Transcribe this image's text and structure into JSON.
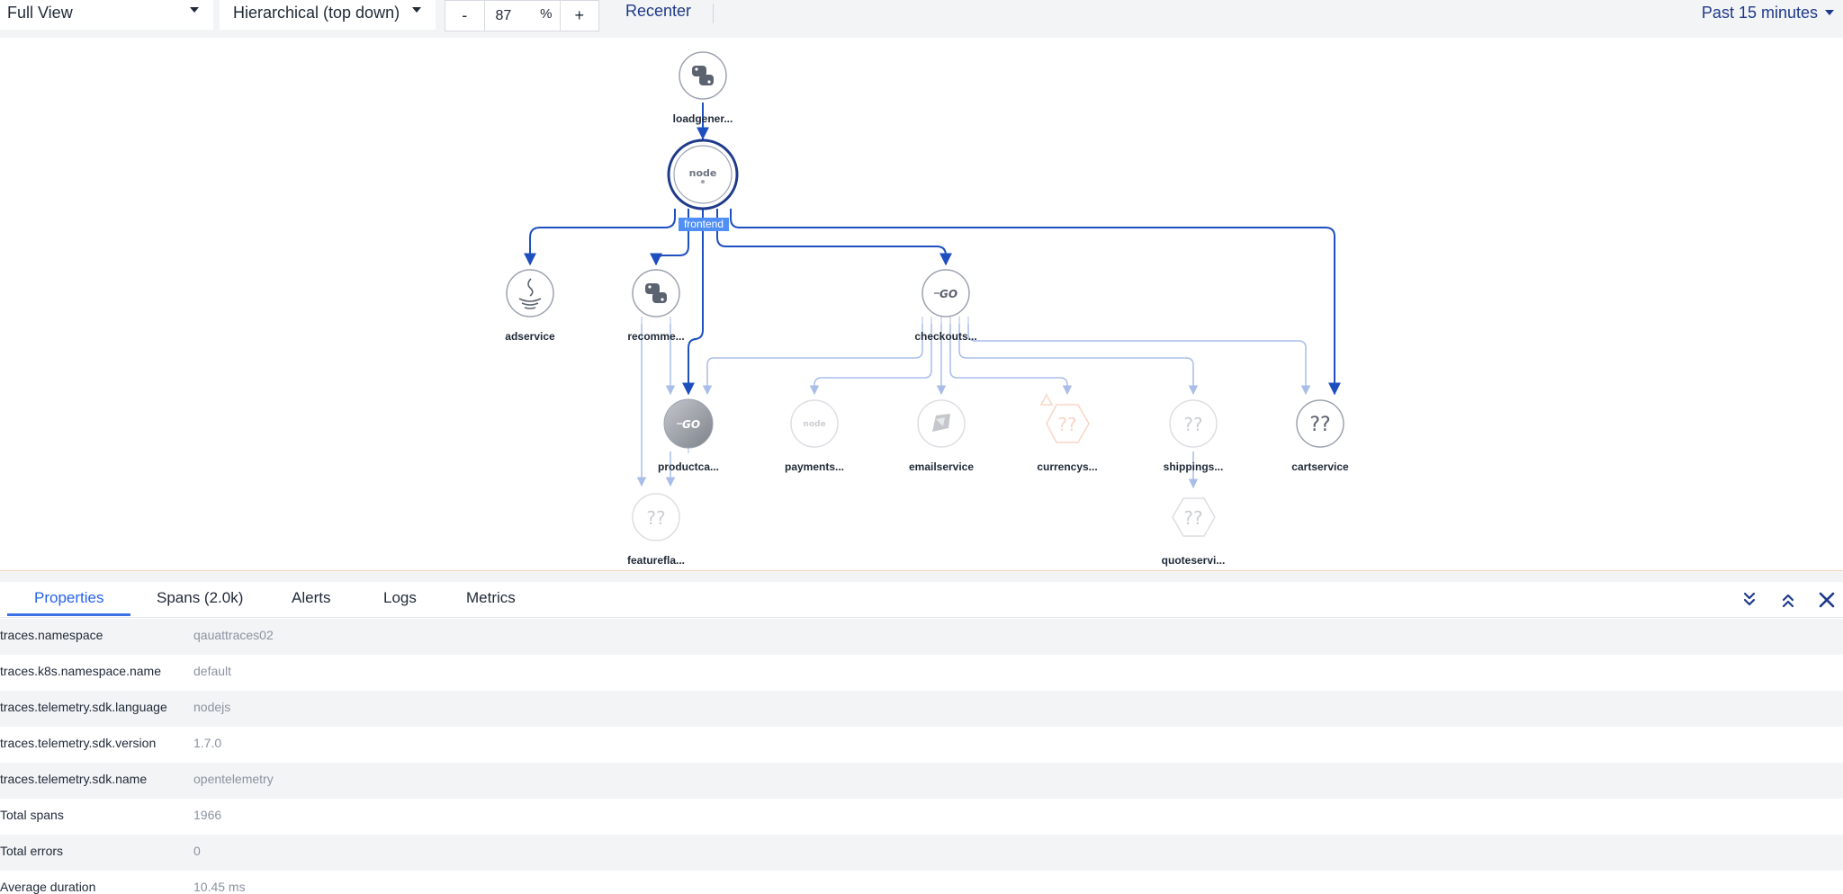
{
  "toolbar": {
    "view_select": "Full View",
    "layout_select": "Hierarchical (top down)",
    "zoom_minus": "-",
    "zoom_value": "87",
    "zoom_unit": "%",
    "zoom_plus": "+",
    "recenter": "Recenter",
    "time_range": "Past 15 minutes"
  },
  "graph": {
    "frontend_tag": "frontend",
    "nodes": {
      "loadgenerator": "loadgener...",
      "adservice": "adservice",
      "recommendation": "recomme...",
      "checkout": "checkouts...",
      "productcatalog": "productca...",
      "payment": "payments...",
      "email": "emailservice",
      "currency": "currencys...",
      "shipping": "shippings...",
      "cart": "cartservice",
      "featureflag": "featurefla...",
      "quote": "quoteservi..."
    },
    "icon_text": {
      "node": "node",
      "go": "GO",
      "unknown": "??"
    }
  },
  "panel": {
    "tabs": [
      "Properties",
      "Spans (2.0k)",
      "Alerts",
      "Logs",
      "Metrics"
    ],
    "properties": [
      {
        "key": "traces.namespace",
        "value": "qauattraces02"
      },
      {
        "key": "traces.k8s.namespace.name",
        "value": "default"
      },
      {
        "key": "traces.telemetry.sdk.language",
        "value": "nodejs"
      },
      {
        "key": "traces.telemetry.sdk.version",
        "value": "1.7.0"
      },
      {
        "key": "traces.telemetry.sdk.name",
        "value": "opentelemetry"
      },
      {
        "key": "Total spans",
        "value": "1966"
      },
      {
        "key": "Total errors",
        "value": "0"
      },
      {
        "key": "Average duration",
        "value": "10.45 ms"
      }
    ]
  },
  "colors": {
    "accent": "#2563eb",
    "edge_strong": "#1f4fbf",
    "edge_faint": "#a9bde8",
    "warning": "#f5b59a"
  }
}
